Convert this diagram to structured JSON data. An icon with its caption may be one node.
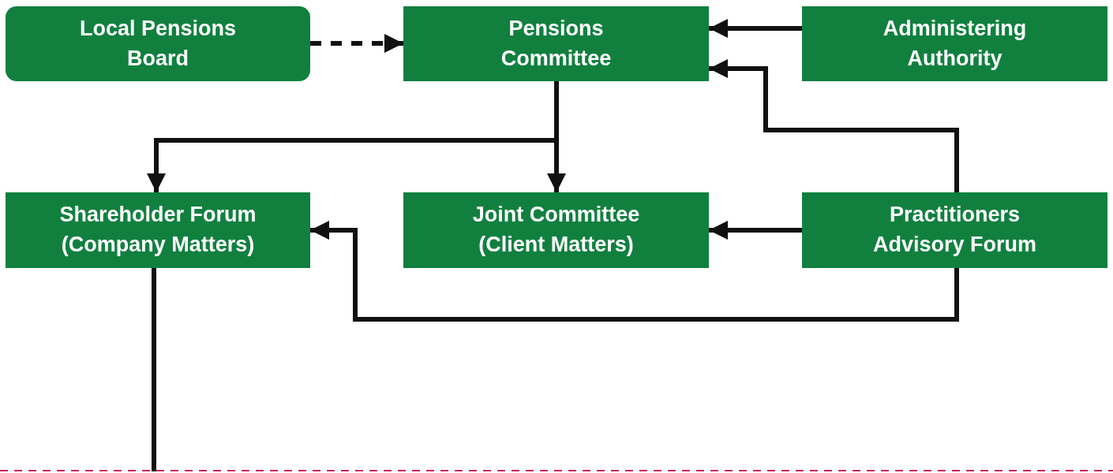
{
  "diagram": {
    "nodes": [
      {
        "text": [
          "Local Pensions Board"
        ]
      },
      {
        "text": [
          "Pensions Committee"
        ]
      },
      {
        "text": [
          "Administering Authority"
        ]
      },
      {
        "text": [
          "Shareholder Forum (Company Matters)"
        ]
      },
      {
        "text": [
          "Joint Committee (Client Matters)"
        ]
      },
      {
        "text": [
          "Practitioners Advisory Forum"
        ]
      }
    ],
    "edges": [
      {
        "from": 0,
        "to": 1,
        "arrow": "to",
        "style": "dashed"
      },
      {
        "from": 2,
        "to": 1,
        "arrow": "to"
      },
      {
        "from": 5,
        "to": 1,
        "arrow": "to"
      },
      {
        "from": 1,
        "to": 3,
        "arrow": "to"
      },
      {
        "from": 1,
        "to": 4,
        "arrow": "to"
      },
      {
        "from": 5,
        "to": 4,
        "arrow": "to"
      },
      {
        "from": 5,
        "to": 3,
        "arrow": "to"
      },
      {
        "from": 3,
        "to": null,
        "arrow": "none"
      }
    ]
  }
}
